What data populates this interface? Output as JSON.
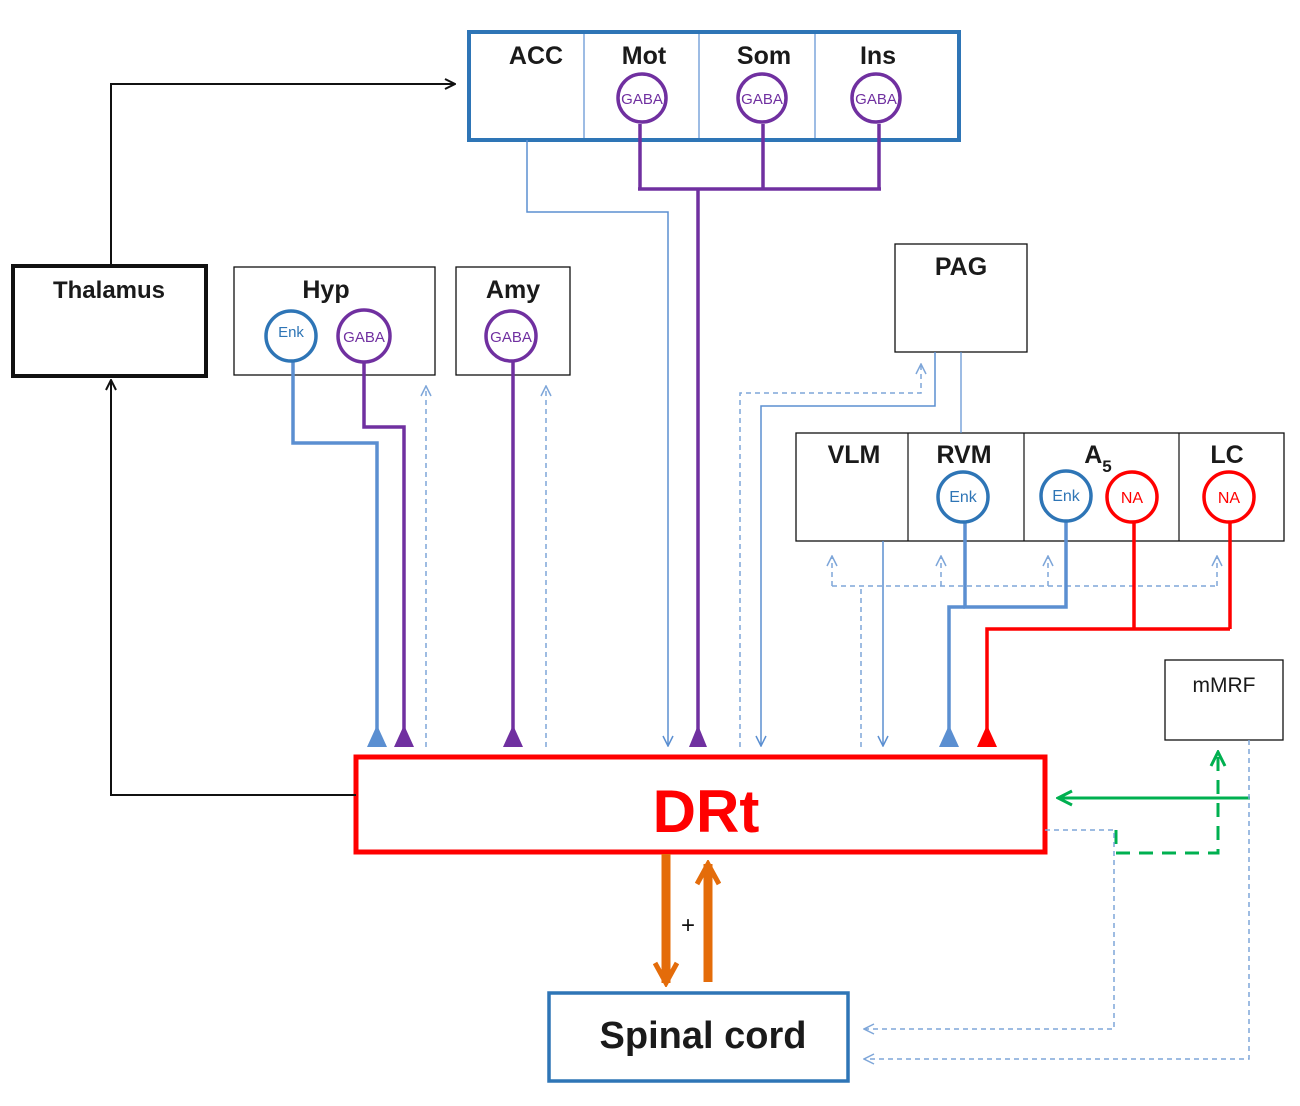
{
  "colors": {
    "black": "#111111",
    "blue": "#2e75b6",
    "purple": "#7030a0",
    "red": "#ff0000",
    "orange": "#e46c0a",
    "green": "#00b050",
    "lightblue": "#5b8fd1",
    "dashed_blue": "#7ea6d9",
    "enk_blue": "#2e75b6"
  },
  "nodes": {
    "cortex": {
      "acc": "ACC",
      "mot": "Mot",
      "som": "Som",
      "ins": "Ins",
      "mot_neuron": "GABA",
      "som_neuron": "GABA",
      "ins_neuron": "GABA"
    },
    "thalamus": "Thalamus",
    "hyp": {
      "label": "Hyp",
      "enk": "Enk",
      "gaba": "GABA"
    },
    "amy": {
      "label": "Amy",
      "gaba": "GABA"
    },
    "pag": "PAG",
    "brainstem": {
      "vlm": "VLM",
      "rvm": "RVM",
      "rvm_enk": "Enk",
      "a5_base": "A",
      "a5_sub": "5",
      "a5_enk": "Enk",
      "a5_na": "NA",
      "lc": "LC",
      "lc_na": "NA"
    },
    "mmrf": "mMRF",
    "drt": "DRt",
    "spinal": "Spinal cord",
    "plus": "+"
  }
}
